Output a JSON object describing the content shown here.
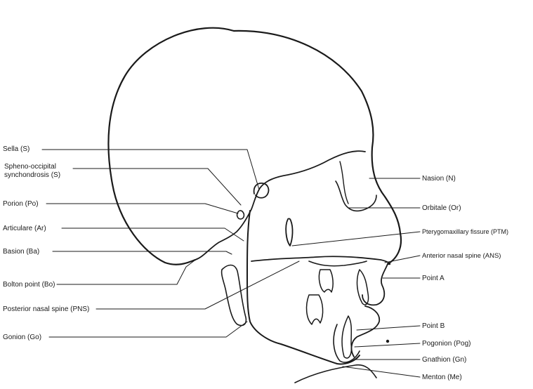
{
  "labels_left": {
    "sella": "Sella (S)",
    "spheno_line1": "Spheno-occipital",
    "spheno_line2": "synchondrosis (S)",
    "porion": "Porion (Po)",
    "articulare": "Articulare (Ar)",
    "basion": "Basion (Ba)",
    "bolton": "Bolton point (Bo)",
    "pns": "Posterior nasal spine (PNS)",
    "gonion": "Gonion (Go)"
  },
  "labels_right": {
    "nasion": "Nasion (N)",
    "orbitale": "Orbitale (Or)",
    "ptm": "Pterygomaxillary fissure (PTM)",
    "ans": "Anterior nasal spine (ANS)",
    "point_a": "Point A",
    "point_b": "Point B",
    "pogonion": "Pogonion (Pog)",
    "gnathion": "Gnathion (Gn)",
    "menton": "Menton (Me)"
  }
}
